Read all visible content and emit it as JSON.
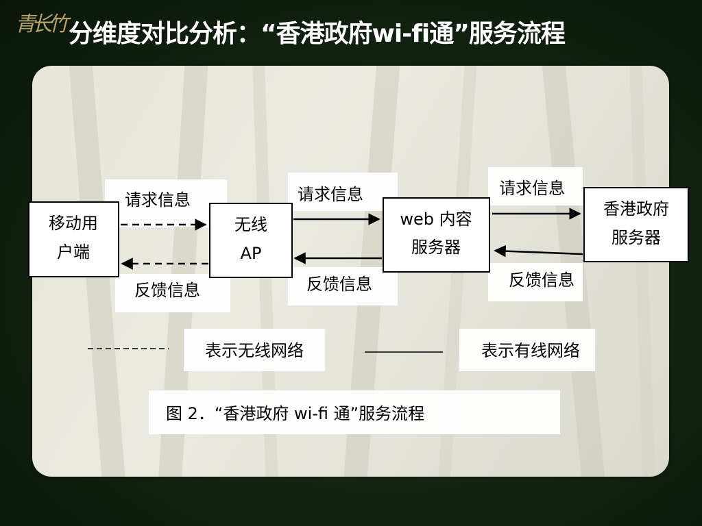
{
  "slide": {
    "title": "分维度对比分析：“香港政府wi-fi通”服务流程",
    "logo_text": "青长竹"
  },
  "diagram": {
    "nodes": {
      "mobile": {
        "line1": "移动用",
        "line2": "户端"
      },
      "ap": {
        "line1": "无线",
        "line2": "AP"
      },
      "web": {
        "line1": "web 内容",
        "line2": "服务器"
      },
      "gov": {
        "line1": "香港政府",
        "line2": "服务器"
      }
    },
    "edges": {
      "mobile_ap_request": "请求信息",
      "ap_mobile_feedback": "反馈信息",
      "ap_web_request": "请求信息",
      "web_ap_feedback": "反馈信息",
      "web_gov_request": "请求信息",
      "gov_web_feedback": "反馈信息"
    },
    "legend": {
      "wireless": "表示无线网络",
      "wired": "表示有线网络"
    },
    "caption": "图 2．“香港政府 wi-fi 通”服务流程"
  },
  "colors": {
    "background": "#152614",
    "panel": "#e7e6dc",
    "title": "#ffffff"
  }
}
